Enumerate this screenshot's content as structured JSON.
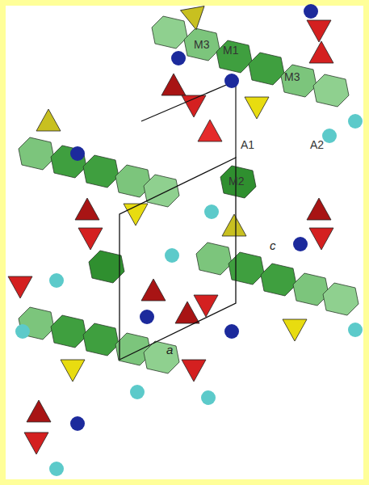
{
  "diagram": {
    "labels": [
      "M3",
      "M1",
      "M3",
      "A1",
      "A2",
      "M2",
      "c",
      "a"
    ]
  }
}
